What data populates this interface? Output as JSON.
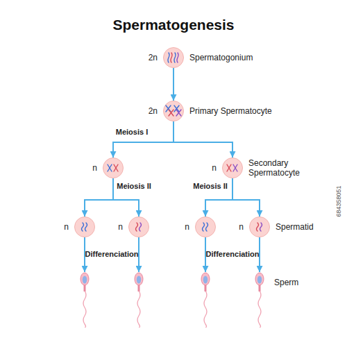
{
  "diagram": {
    "title": "Spermatogenesis",
    "nodes": [
      {
        "text": [
          "2n",
          "Spermatogonium"
        ]
      },
      {
        "text": [
          "2n",
          "Primary Spermatocyte"
        ]
      },
      {
        "text": [
          "n"
        ]
      },
      {
        "text": [
          "n",
          "Secondary Spermatocyte"
        ]
      },
      {
        "text": [
          "n"
        ]
      },
      {
        "text": [
          "n"
        ]
      },
      {
        "text": [
          "n"
        ]
      },
      {
        "text": [
          "n",
          "Spermatid"
        ]
      },
      {
        "text": []
      },
      {
        "text": []
      },
      {
        "text": []
      },
      {
        "text": [
          "Sperm"
        ]
      }
    ],
    "edges": [
      {
        "from": 0,
        "to": 1,
        "arrow": "to"
      },
      {
        "from": 1,
        "to": 2,
        "arrow": "to"
      },
      {
        "from": 1,
        "to": 3,
        "arrow": "to"
      },
      {
        "from": 2,
        "to": 4,
        "arrow": "to"
      },
      {
        "from": 2,
        "to": 5,
        "arrow": "to"
      },
      {
        "from": 3,
        "to": 6,
        "arrow": "to"
      },
      {
        "from": 3,
        "to": 7,
        "arrow": "to"
      },
      {
        "from": 4,
        "to": 8,
        "arrow": "to"
      },
      {
        "from": 5,
        "to": 9,
        "arrow": "to"
      },
      {
        "from": 6,
        "to": 10,
        "arrow": "to"
      },
      {
        "from": 7,
        "to": 11,
        "arrow": "to"
      }
    ],
    "labels": [
      "Meiosis I",
      "Meiosis II",
      "Meiosis II",
      "Differenciation",
      "Differenciation",
      "684358051"
    ]
  }
}
